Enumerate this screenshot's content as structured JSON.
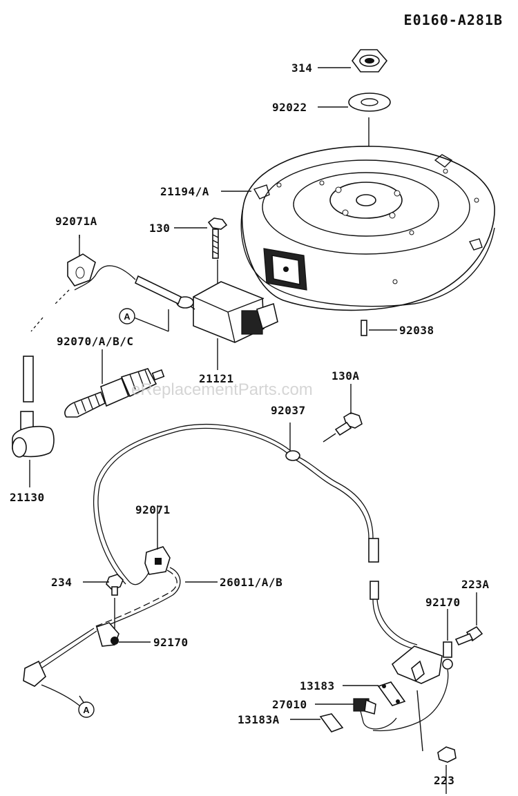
{
  "diagram": {
    "code": "E0160-A281B",
    "watermark": "eReplacementParts.com",
    "callouts": [
      {
        "key": "p314",
        "text": "314"
      },
      {
        "key": "p92022",
        "text": "92022"
      },
      {
        "key": "p21194",
        "text": "21194/A"
      },
      {
        "key": "p92071A",
        "text": "92071A"
      },
      {
        "key": "p130",
        "text": "130"
      },
      {
        "key": "p92070",
        "text": "92070/A/B/C"
      },
      {
        "key": "p21121",
        "text": "21121"
      },
      {
        "key": "p92038",
        "text": "92038"
      },
      {
        "key": "p130A",
        "text": "130A"
      },
      {
        "key": "p92037",
        "text": "92037"
      },
      {
        "key": "p21130",
        "text": "21130"
      },
      {
        "key": "p92071",
        "text": "92071"
      },
      {
        "key": "p234",
        "text": "234"
      },
      {
        "key": "p26011",
        "text": "26011/A/B"
      },
      {
        "key": "p92170a",
        "text": "92170"
      },
      {
        "key": "p223A",
        "text": "223A"
      },
      {
        "key": "p92170b",
        "text": "92170"
      },
      {
        "key": "p13183",
        "text": "13183"
      },
      {
        "key": "p27010",
        "text": "27010"
      },
      {
        "key": "p13183A",
        "text": "13183A"
      },
      {
        "key": "p223",
        "text": "223"
      }
    ],
    "ref_marker": "A"
  }
}
